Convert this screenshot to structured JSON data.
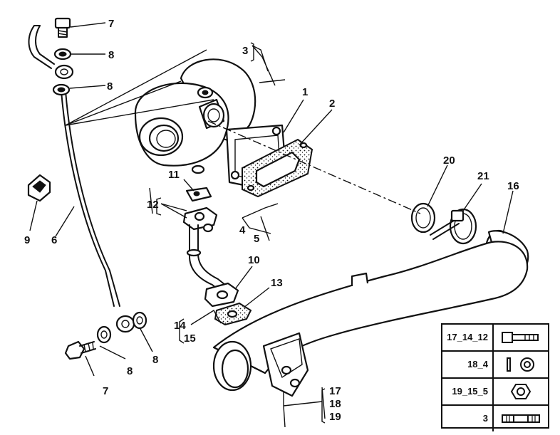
{
  "callouts": {
    "c1": "1",
    "c2": "2",
    "c3": "3",
    "c4": "4",
    "c5": "5",
    "c6": "6",
    "c7a": "7",
    "c7b": "7",
    "c8a": "8",
    "c8b": "8",
    "c8c": "8",
    "c8d": "8",
    "c9": "9",
    "c10": "10",
    "c11": "11",
    "c12": "12",
    "c13": "13",
    "c14": "14",
    "c15": "15",
    "c16": "16",
    "c17": "17",
    "c18": "18",
    "c19": "19",
    "c20": "20",
    "c21": "21"
  },
  "legend": {
    "rows": [
      {
        "label": "17_14_12",
        "icon": "bolt-icon"
      },
      {
        "label": "18_4",
        "icon": "washer-icon"
      },
      {
        "label": "19_15_5",
        "icon": "nut-icon"
      },
      {
        "label": "3",
        "icon": "stud-icon"
      }
    ]
  }
}
